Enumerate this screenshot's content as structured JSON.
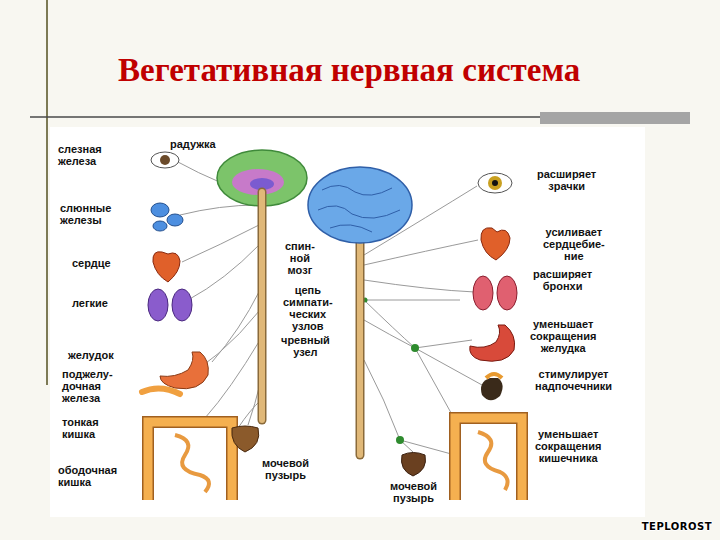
{
  "diagram": {
    "title": "Вегетативная нервная система",
    "labels": [
      "радужка",
      "слезная железа",
      "слюнные железы",
      "сердце",
      "легкие",
      "желудок",
      "поджелу- дочная железа",
      "тонкая кишка",
      "ободочная кишка",
      "спин- ной мозг",
      "цепь симпати- ческих узлов",
      "чревный узел",
      "мочевой пузырь",
      "расширяет зрачки",
      "усиливает сердцебие- ние",
      "расширяет бронхи",
      "уменьшает сокращения желудка",
      "стимулирует надпочечники",
      "уменьшает сокращения кишечника",
      "мочевой пузырь",
      "TEPLOROST"
    ]
  }
}
